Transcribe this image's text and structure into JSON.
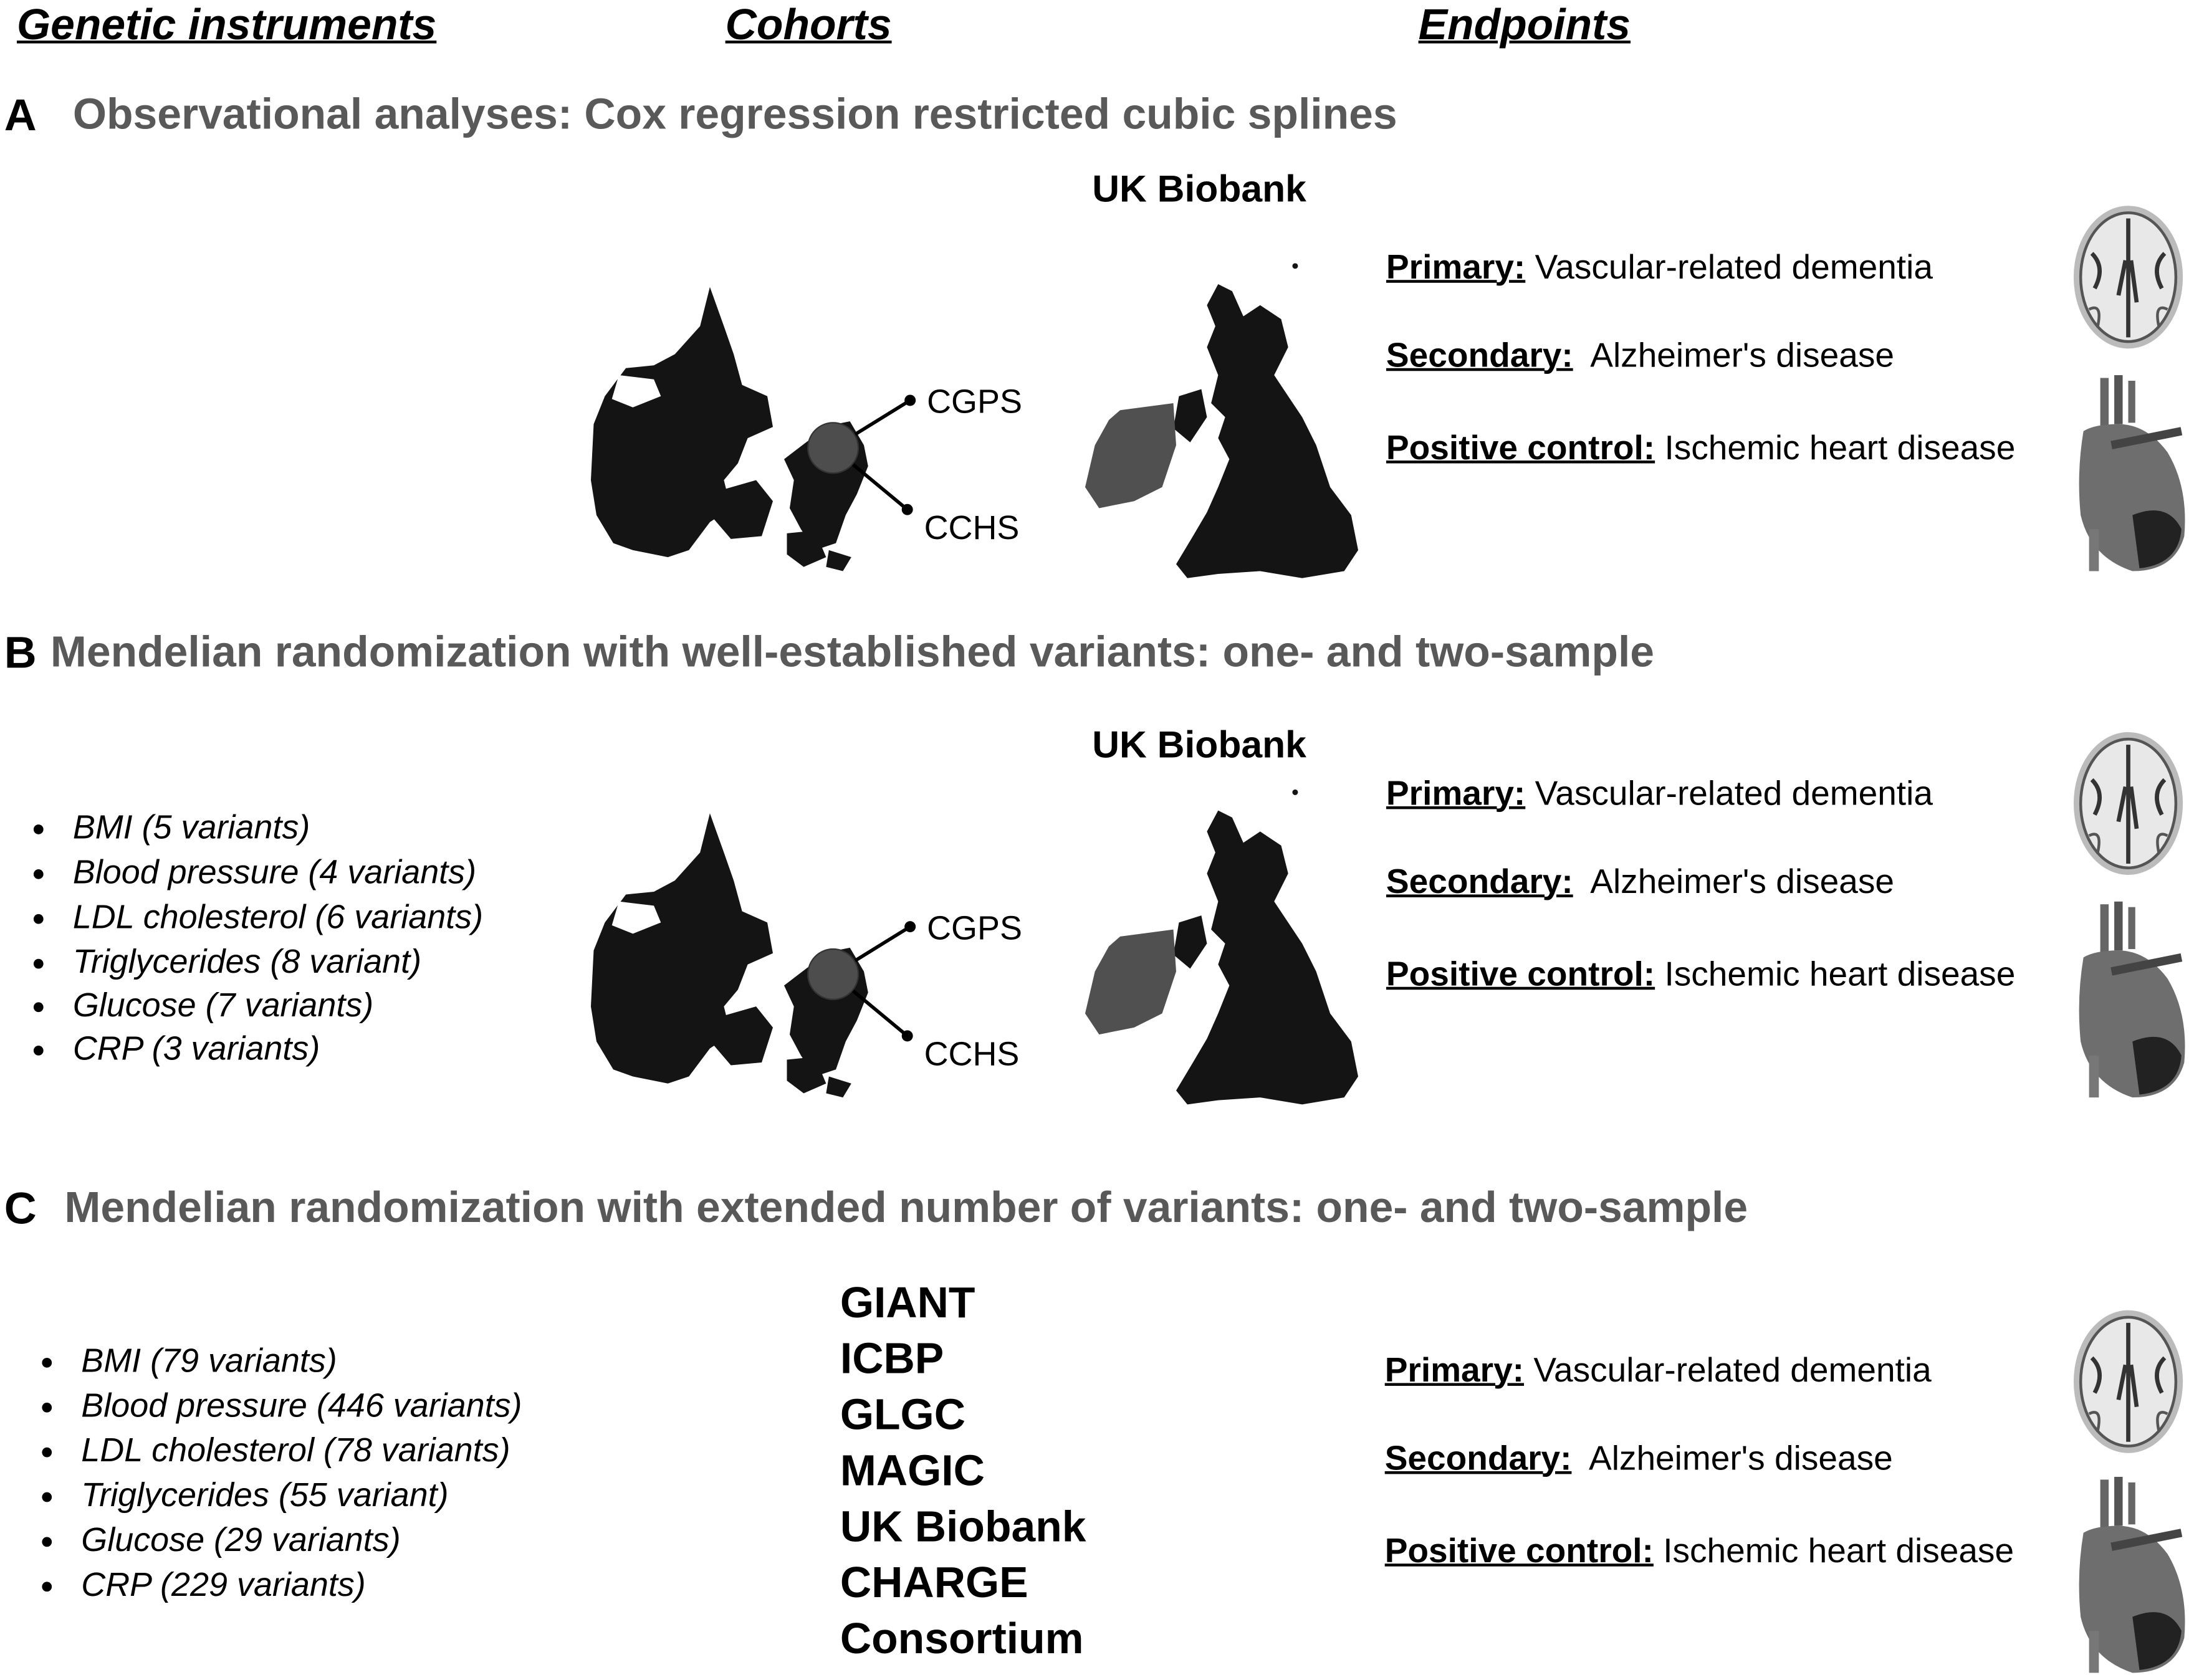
{
  "headers": {
    "instruments": "Genetic instruments",
    "cohorts": "Cohorts",
    "endpoints": "Endpoints"
  },
  "sections": [
    {
      "letter": "A",
      "title": "Observational analyses: Cox regression restricted cubic splines",
      "cohort": "UK Biobank",
      "sites": [
        "CGPS",
        "CCHS"
      ]
    },
    {
      "letter": "B",
      "title": "Mendelian randomization with well-established variants: one- and two-sample",
      "cohort": "UK Biobank",
      "sites": [
        "CGPS",
        "CCHS"
      ],
      "instruments": [
        "BMI (5 variants)",
        "Blood pressure (4 variants)",
        "LDL cholesterol (6 variants)",
        "Triglycerides (8 variant)",
        "Glucose (7 variants)",
        "CRP (3 variants)"
      ]
    },
    {
      "letter": "C",
      "title": "Mendelian randomization with extended number of variants: one- and two-sample",
      "instruments": [
        "BMI (79 variants)",
        "Blood pressure (446 variants)",
        "LDL cholesterol (78 variants)",
        "Triglycerides (55 variant)",
        "Glucose (29 variants)",
        "CRP (229 variants)"
      ],
      "consortia": [
        "GIANT",
        "ICBP",
        "GLGC",
        "MAGIC",
        "UK Biobank",
        "CHARGE",
        "Consortium"
      ]
    }
  ],
  "endpoints": {
    "primary_label": "Primary:",
    "primary": "Vascular-related dementia",
    "secondary_label": "Secondary:",
    "secondary": "Alzheimer's disease",
    "control_label": "Positive control:",
    "control": "Ischemic heart disease"
  },
  "colors": {
    "title": "#595959",
    "map": "#141414",
    "ireland": "#505050",
    "marker": "#4d4d4d"
  }
}
